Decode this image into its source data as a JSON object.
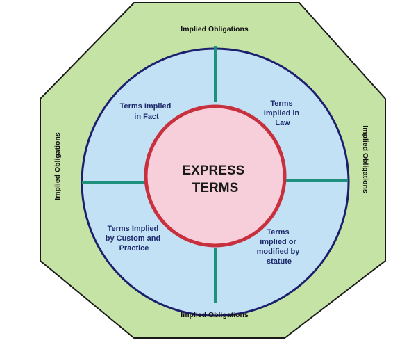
{
  "diagram": {
    "center": {
      "lines": [
        "EXPRESS",
        "TERMS"
      ]
    },
    "quadrants": [
      {
        "key": "top-left",
        "lines": [
          "Terms Implied",
          "in Fact"
        ]
      },
      {
        "key": "top-right",
        "lines": [
          "Terms",
          "Implied in",
          "Law"
        ]
      },
      {
        "key": "bottom-left",
        "lines": [
          "Terms Implied",
          "by Custom and",
          "Practice"
        ]
      },
      {
        "key": "bottom-right",
        "lines": [
          "Terms",
          "implied or",
          "modified by",
          "statute"
        ]
      }
    ],
    "outer_labels": {
      "top": "Implied Obligations",
      "bottom": "Implied Obligations",
      "left": "Implied Obligations",
      "right": "Implied Obligations"
    }
  },
  "colors": {
    "octagon_fill": "#c5e3a5",
    "octagon_stroke": "#1a1a1a",
    "circle_fill": "#c3e1f5",
    "circle_stroke": "#1b1f6e",
    "center_fill": "#f7cfda",
    "center_stroke": "#c9303e",
    "divider": "#1f8f7e",
    "quadrant_text": "#1c2a6b"
  }
}
